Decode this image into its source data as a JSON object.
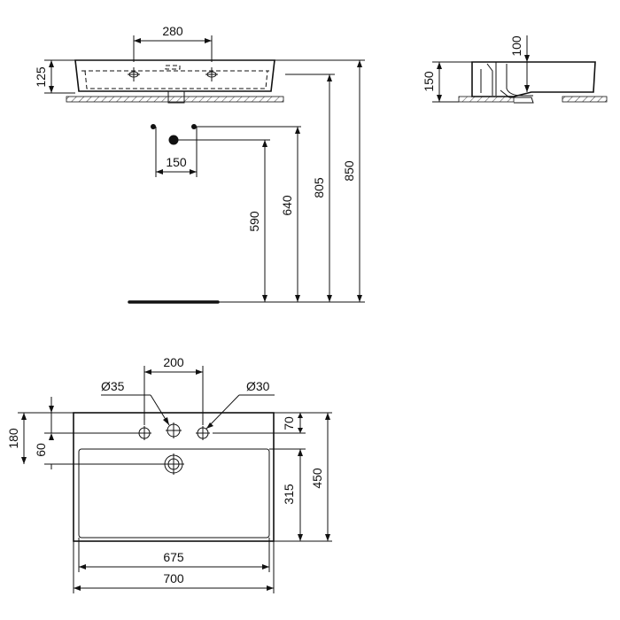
{
  "front_view": {
    "tap_hole_spacing": "280",
    "basin_height": "125",
    "drain_spacing": "150",
    "height_590": "590",
    "height_640": "640",
    "height_805": "805",
    "height_850": "850"
  },
  "side_view": {
    "bowl_depth": "100",
    "overall_height": "150"
  },
  "top_view": {
    "tap_spacing": "200",
    "hole_diameter_center": "Ø35",
    "hole_diameter_side": "Ø30",
    "tap_row_offset": "70",
    "bowl_length": "315",
    "overall_depth": "450",
    "offset_180": "180",
    "offset_60": "60",
    "inner_width": "675",
    "overall_width": "700"
  }
}
